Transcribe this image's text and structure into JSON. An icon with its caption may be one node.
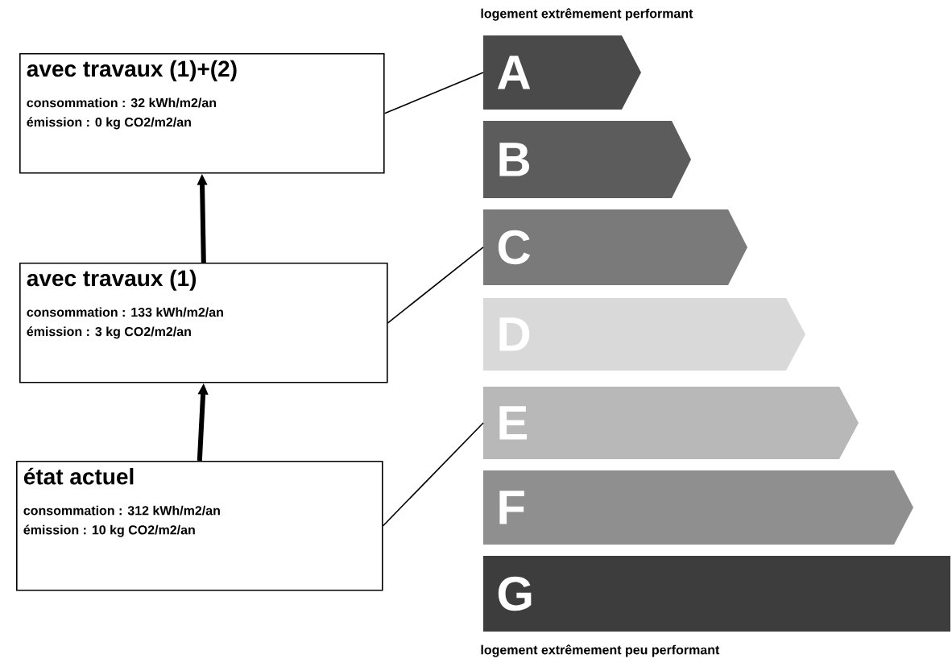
{
  "diagram": {
    "nodes": [
      {
        "text": [
          "avec travaux (1)+(2)",
          "consommation : 32 kWh/m2/an",
          "émission : 0 kg CO2/m2/an"
        ]
      },
      {
        "text": [
          "avec travaux (1)",
          "consommation : 133 kWh/m2/an",
          "émission : 3 kg CO2/m2/an"
        ]
      },
      {
        "text": [
          "état actuel",
          "consommation : 312 kWh/m2/an",
          "émission : 10 kg CO2/m2/an"
        ]
      },
      {
        "text": [
          "A"
        ]
      },
      {
        "text": [
          "B"
        ]
      },
      {
        "text": [
          "C"
        ]
      },
      {
        "text": [
          "D"
        ]
      },
      {
        "text": [
          "E"
        ]
      },
      {
        "text": [
          "F"
        ]
      },
      {
        "text": [
          "G"
        ]
      }
    ],
    "edges": [
      {
        "from": 2,
        "to": 1,
        "arrow": "to",
        "style": "thick"
      },
      {
        "from": 1,
        "to": 0,
        "arrow": "to",
        "style": "thick"
      },
      {
        "from": 0,
        "to": 3,
        "arrow": "none"
      },
      {
        "from": 1,
        "to": 5,
        "arrow": "none"
      },
      {
        "from": 2,
        "to": 7,
        "arrow": "none"
      }
    ],
    "labels": [
      "logement extrêmement performant",
      "logement extrêmement peu performant"
    ]
  }
}
